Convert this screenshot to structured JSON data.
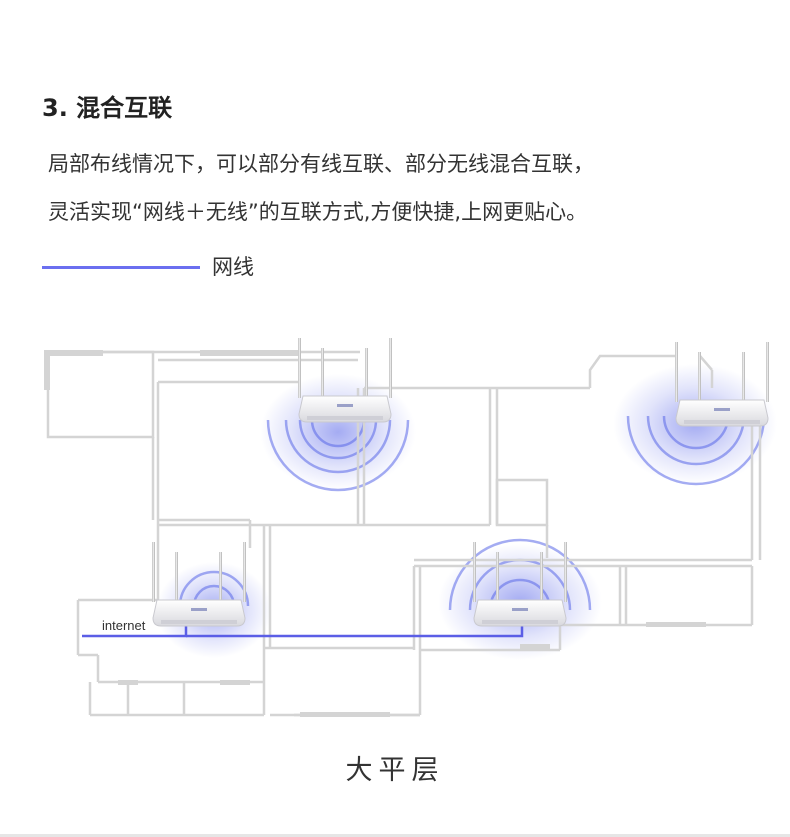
{
  "section": {
    "title": "3. 混合互联"
  },
  "description": {
    "line1": "局部布线情况下，可以部分有线互联、部分无线混合互联，",
    "line2": "灵活实现“网线＋无线”的互联方式,方便快捷,上网更贴心。"
  },
  "legend": {
    "label": "网线",
    "line_color": "#6b6ff0"
  },
  "diagram": {
    "internet_label": "internet",
    "wall_color": "#d4d4d4",
    "cable_color": "#5b5ee6",
    "signal_color": "#5a67e8",
    "router_count": 4
  },
  "caption": "大平层"
}
